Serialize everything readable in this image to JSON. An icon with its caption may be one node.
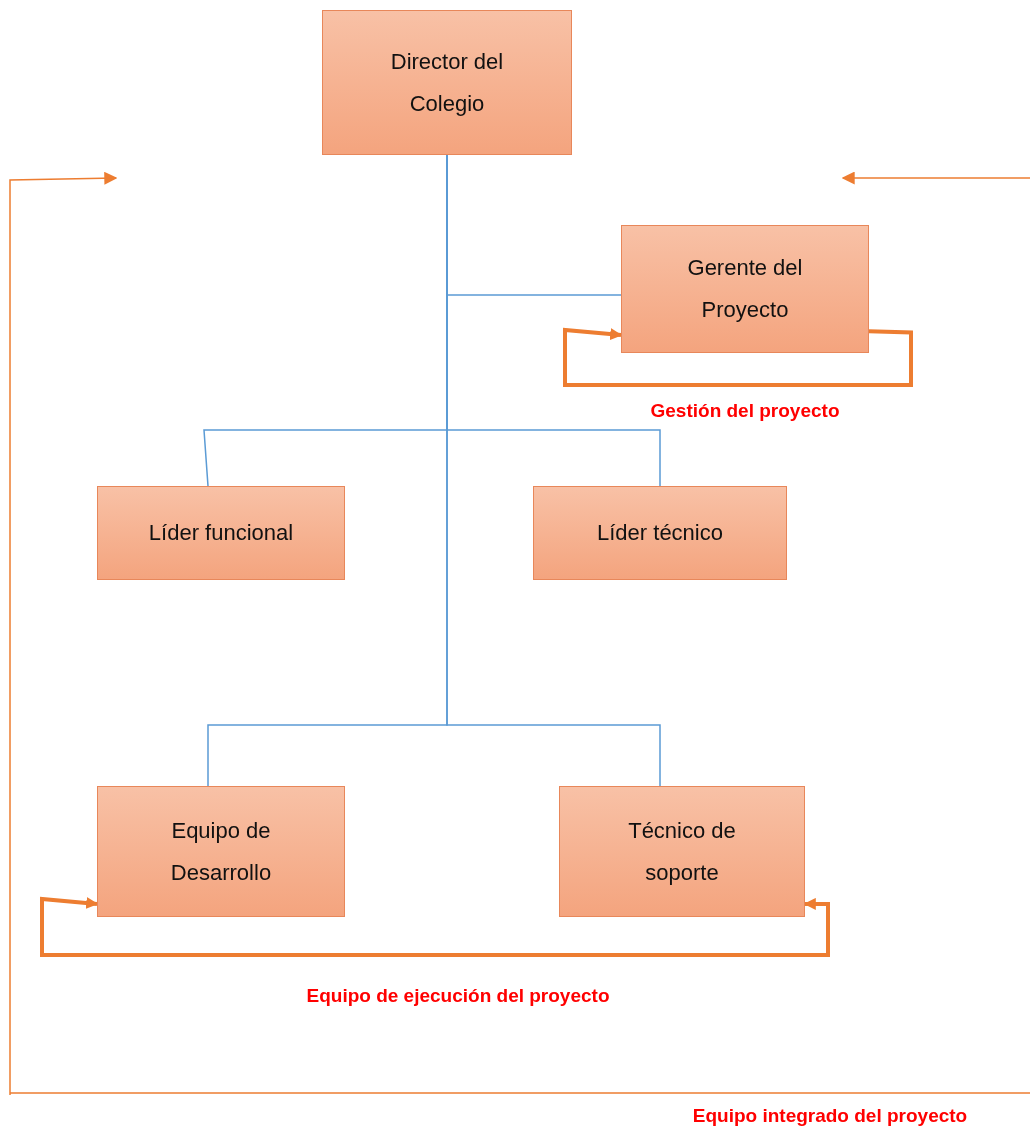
{
  "diagram": {
    "nodes": [
      {
        "text": [
          "Director del Colegio"
        ]
      },
      {
        "text": [
          "Gerente del Proyecto"
        ]
      },
      {
        "text": [
          "Líder funcional"
        ]
      },
      {
        "text": [
          "Líder técnico"
        ]
      },
      {
        "text": [
          "Equipo de Desarrollo"
        ]
      },
      {
        "text": [
          "Técnico de soporte"
        ]
      }
    ],
    "edges": [
      {
        "from": 0,
        "to": 1,
        "arrow": "none"
      },
      {
        "from": 0,
        "to": 2,
        "arrow": "none"
      },
      {
        "from": 0,
        "to": 3,
        "arrow": "none"
      },
      {
        "from": 0,
        "to": 4,
        "arrow": "none"
      },
      {
        "from": 0,
        "to": 5,
        "arrow": "none"
      },
      {
        "from": 1,
        "to": 1,
        "arrow": "to",
        "style": "thick",
        "color": "#ed7d31"
      },
      {
        "from": 4,
        "to": 5,
        "arrow": "both",
        "style": "thick",
        "color": "#ed7d31"
      }
    ],
    "labels": [
      "Gestión del proyecto",
      "Equipo de ejecución del proyecto",
      "Equipo integrado del proyecto"
    ]
  }
}
